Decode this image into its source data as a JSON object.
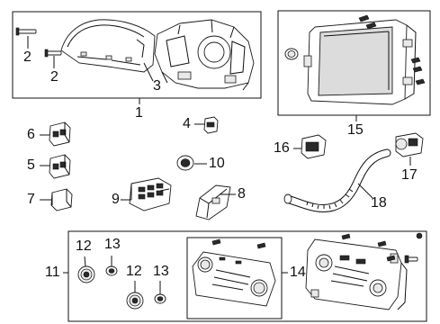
{
  "diagram": {
    "callouts": [
      {
        "id": "c1",
        "label": "1"
      },
      {
        "id": "c2a",
        "label": "2"
      },
      {
        "id": "c2b",
        "label": "2"
      },
      {
        "id": "c3",
        "label": "3"
      },
      {
        "id": "c4",
        "label": "4"
      },
      {
        "id": "c5",
        "label": "5"
      },
      {
        "id": "c6",
        "label": "6"
      },
      {
        "id": "c7",
        "label": "7"
      },
      {
        "id": "c8",
        "label": "8"
      },
      {
        "id": "c9",
        "label": "9"
      },
      {
        "id": "c10",
        "label": "10"
      },
      {
        "id": "c11",
        "label": "11"
      },
      {
        "id": "c12a",
        "label": "12"
      },
      {
        "id": "c12b",
        "label": "12"
      },
      {
        "id": "c13a",
        "label": "13"
      },
      {
        "id": "c13b",
        "label": "13"
      },
      {
        "id": "c14",
        "label": "14"
      },
      {
        "id": "c15",
        "label": "15"
      },
      {
        "id": "c16",
        "label": "16"
      },
      {
        "id": "c17",
        "label": "17"
      },
      {
        "id": "c18",
        "label": "18"
      }
    ]
  }
}
